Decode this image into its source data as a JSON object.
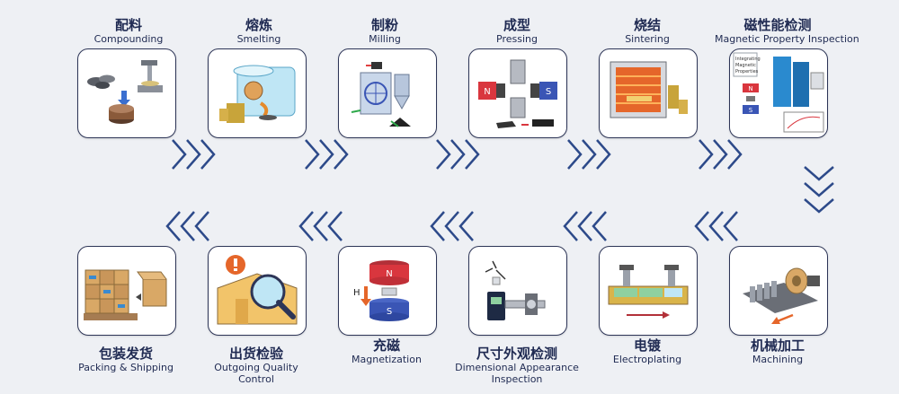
{
  "steps": [
    {
      "zh": "配料",
      "en": "Compounding"
    },
    {
      "zh": "熔炼",
      "en": "Smelting"
    },
    {
      "zh": "制粉",
      "en": "Milling"
    },
    {
      "zh": "成型",
      "en": "Pressing"
    },
    {
      "zh": "烧结",
      "en": "Sintering"
    },
    {
      "zh": "磁性能检测",
      "en": "Magnetic Property Inspection"
    },
    {
      "zh": "机械加工",
      "en": "Machining"
    },
    {
      "zh": "电镀",
      "en": "Electroplating"
    },
    {
      "zh": "尺寸外观检测",
      "en": "Dimensional Appearance",
      "en2": "Inspection"
    },
    {
      "zh": "充磁",
      "en": "Magnetization"
    },
    {
      "zh": "出货检验",
      "en": "Outgoing Quality",
      "en2": "Control"
    },
    {
      "zh": "包装发货",
      "en": "Packing & Shipping"
    }
  ],
  "icons": {
    "magnet_n": "N",
    "magnet_s": "S",
    "h_field": "H",
    "magnetic_sheet_text": [
      "Integrating",
      "Magnetic",
      "Properties"
    ]
  },
  "colors": {
    "arrow": "#2d4a8a",
    "label": "#1f2a52",
    "magnet_red": "#d9363e",
    "magnet_blue": "#3a55b5",
    "furnace_orange": "#e5662a"
  }
}
